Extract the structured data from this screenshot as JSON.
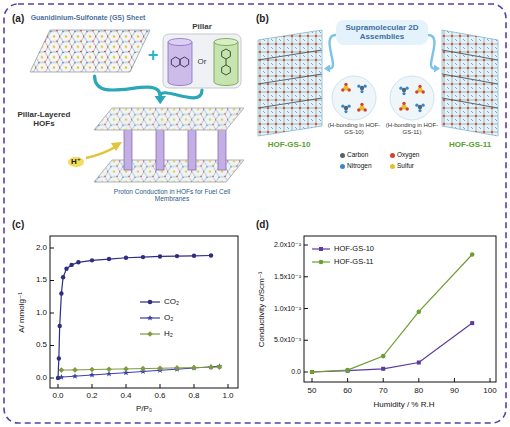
{
  "diagram": {
    "nodes": [
      {
        "text": [
          "Guanidinium-Sulfonate (GS) Sheet"
        ]
      },
      {
        "text": [
          "Pillar",
          "Or"
        ]
      },
      {
        "text": [
          "Pillar-Layered HOFs",
          "Proton Conduction in HOFs for Fuel Cell Membranes"
        ]
      },
      {
        "text": [
          "Supramolecular 2D Assemblies"
        ]
      },
      {
        "text": [
          "HOF-GS-10"
        ]
      },
      {
        "text": [
          "HOF-GS-11"
        ]
      },
      {
        "text": [
          "(H-bonding in HOF-GS-10)"
        ]
      },
      {
        "text": [
          "(H-bonding in HOF-GS-11)"
        ]
      }
    ],
    "edges": [
      {
        "from": 0,
        "to": 2,
        "arrow": "to"
      },
      {
        "from": 1,
        "to": 2,
        "arrow": "to"
      },
      {
        "from": 3,
        "to": 4,
        "arrow": "to"
      },
      {
        "from": 3,
        "to": 5,
        "arrow": "to"
      }
    ],
    "labels": [
      "(a)",
      "+",
      "H⁺",
      "(b)",
      "(c)",
      "A/ mmolg⁻¹",
      "0.0",
      "0.5",
      "1.0",
      "1.5",
      "2.0",
      "0.0",
      "0.2",
      "0.4",
      "0.6",
      "0.8",
      "1.0",
      "P/P₀",
      "(d)",
      "Conductivity σ/Scm⁻¹",
      "0.0",
      "5.0x10⁻³",
      "1.0x10⁻²",
      "1.5x10⁻²",
      "2.0x10⁻²",
      "50",
      "60",
      "70",
      "80",
      "90",
      "100",
      "Humidity / % R.H"
    ],
    "legend": [
      {
        "text": "Carbon",
        "color": "#55656b"
      },
      {
        "text": "Oxygen",
        "color": "#d6402e"
      },
      {
        "text": "Nitrogen",
        "color": "#3b86c6"
      },
      {
        "text": "Sulfur",
        "color": "#e3c225"
      },
      {
        "text": "CO₂"
      },
      {
        "text": "O₂"
      },
      {
        "text": "H₂"
      },
      {
        "text": "HOF-GS-10"
      },
      {
        "text": "HOF-GS-11"
      }
    ]
  }
}
